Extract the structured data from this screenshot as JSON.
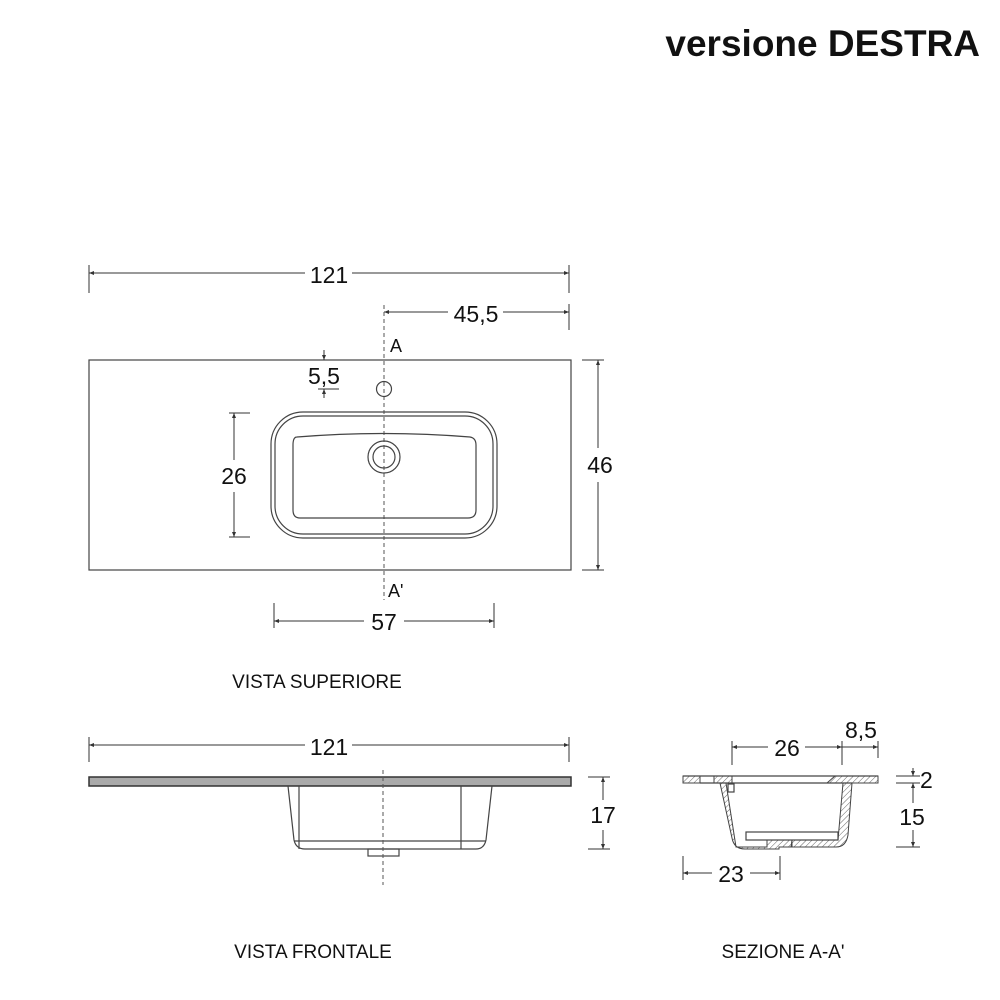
{
  "title": "versione DESTRA",
  "views": {
    "top": {
      "label": "VISTA SUPERIORE",
      "dim_width": "121",
      "dim_tap_offset": "45,5",
      "dim_tap_from_edge": "5,5",
      "dim_basin_depth": "26",
      "dim_depth": "46",
      "dim_basin_width": "57",
      "section_start": "A",
      "section_end": "A'"
    },
    "front": {
      "label": "VISTA FRONTALE",
      "dim_width": "121",
      "dim_height": "17"
    },
    "section": {
      "label": "SEZIONE A-A'",
      "dim_basin": "26",
      "dim_back": "8,5",
      "dim_slab": "2",
      "dim_basin_height": "15",
      "dim_drain": "23"
    }
  },
  "colors": {
    "line": "#444444",
    "text": "#111111"
  }
}
